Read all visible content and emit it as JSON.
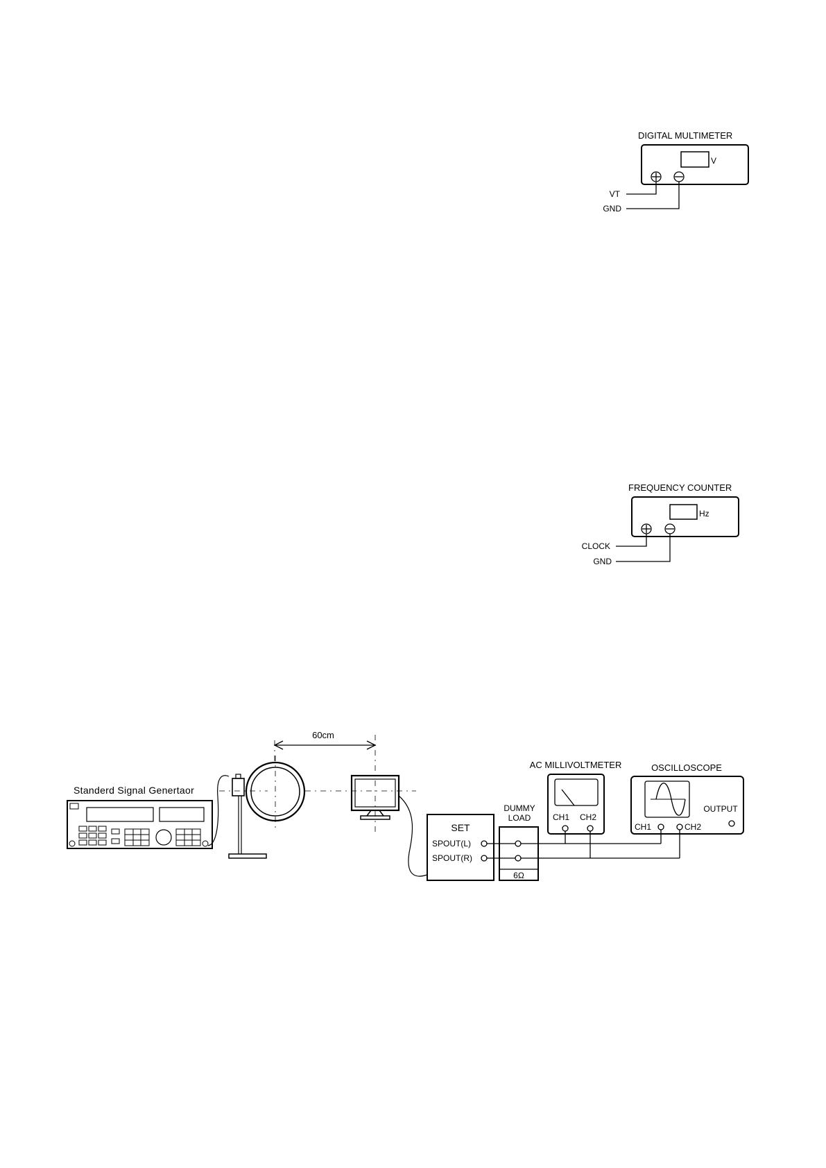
{
  "multimeter_diagram": {
    "title": "DIGITAL MULTIMETER",
    "unit": "V",
    "plus_lead_label": "VT",
    "minus_lead_label": "GND"
  },
  "frequency_counter_diagram": {
    "title": "FREQUENCY COUNTER",
    "unit": "Hz",
    "plus_lead_label": "CLOCK",
    "minus_lead_label": "GND"
  },
  "test_setup_diagram": {
    "signal_generator_label": "Standerd Signal Genertaor",
    "distance_label": "60cm",
    "set_label": "SET",
    "set_output_left": "SPOUT(L)",
    "set_output_right": "SPOUT(R)",
    "dummy_load_label_line1": "DUMMY",
    "dummy_load_label_line2": "LOAD",
    "dummy_load_value": "6Ω",
    "millivoltmeter_label": "AC MILLIVOLTMETER",
    "millivoltmeter_ch1": "CH1",
    "millivoltmeter_ch2": "CH2",
    "oscilloscope_label": "OSCILLOSCOPE",
    "oscilloscope_ch1": "CH1",
    "oscilloscope_ch2": "CH2",
    "oscilloscope_output": "OUTPUT"
  }
}
